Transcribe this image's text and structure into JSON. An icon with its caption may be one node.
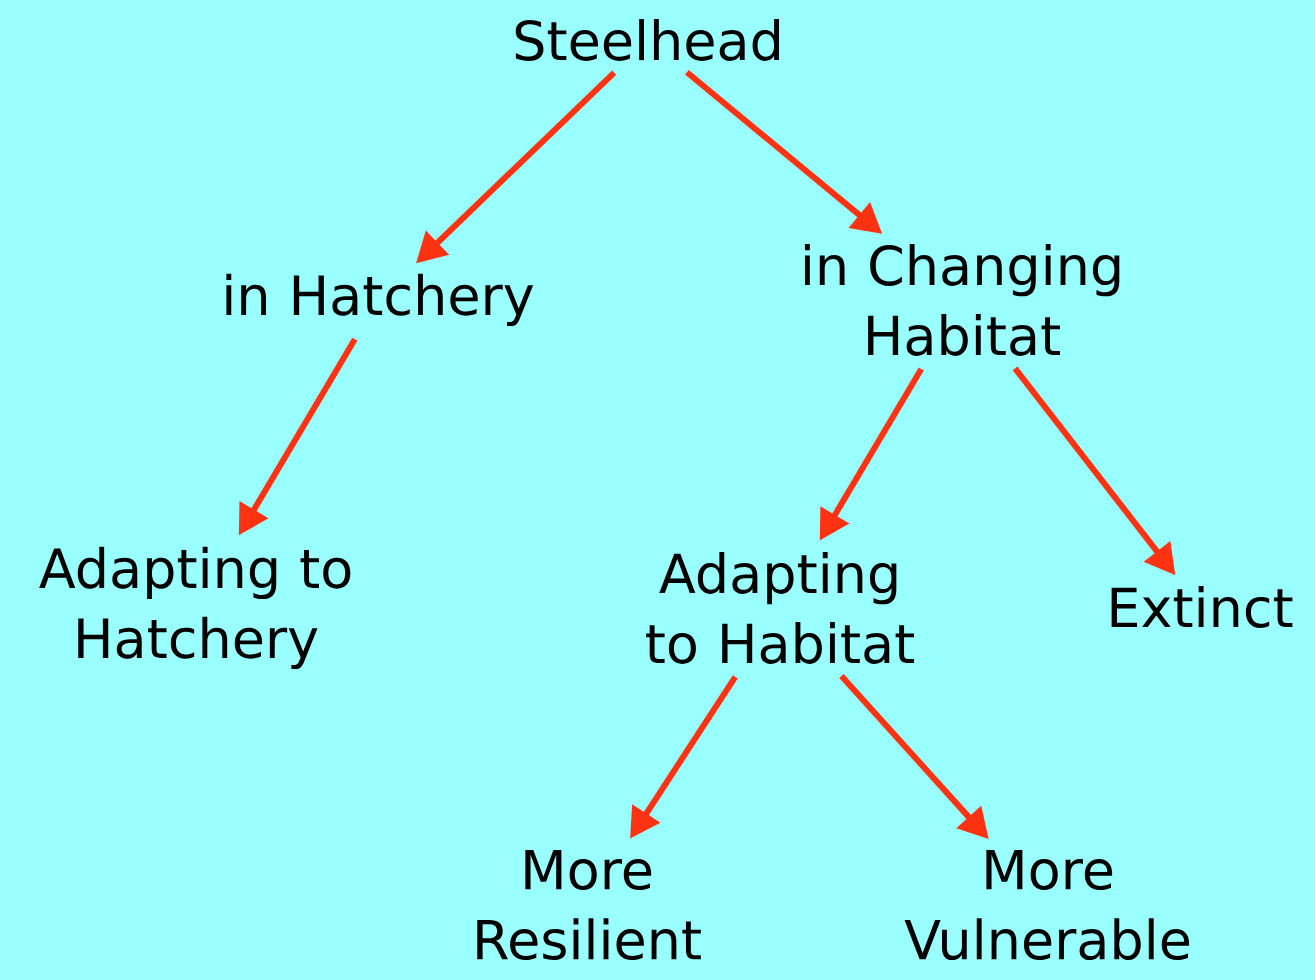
{
  "diagram": {
    "nodes": [
      {
        "text": [
          "Steelhead"
        ]
      },
      {
        "text": [
          "in Hatchery"
        ]
      },
      {
        "text": [
          "in Changing Habitat"
        ]
      },
      {
        "text": [
          "Adapting to Hatchery"
        ]
      },
      {
        "text": [
          "Adapting to Habitat"
        ]
      },
      {
        "text": [
          "Extinct"
        ]
      },
      {
        "text": [
          "More Resilient"
        ]
      },
      {
        "text": [
          "More Vulnerable"
        ]
      }
    ],
    "edges": [
      {
        "from": 0,
        "to": 1,
        "arrow": "to"
      },
      {
        "from": 0,
        "to": 2,
        "arrow": "to"
      },
      {
        "from": 1,
        "to": 3,
        "arrow": "to"
      },
      {
        "from": 2,
        "to": 4,
        "arrow": "to"
      },
      {
        "from": 2,
        "to": 5,
        "arrow": "to"
      },
      {
        "from": 4,
        "to": 6,
        "arrow": "to"
      },
      {
        "from": 4,
        "to": 7,
        "arrow": "to"
      }
    ]
  }
}
